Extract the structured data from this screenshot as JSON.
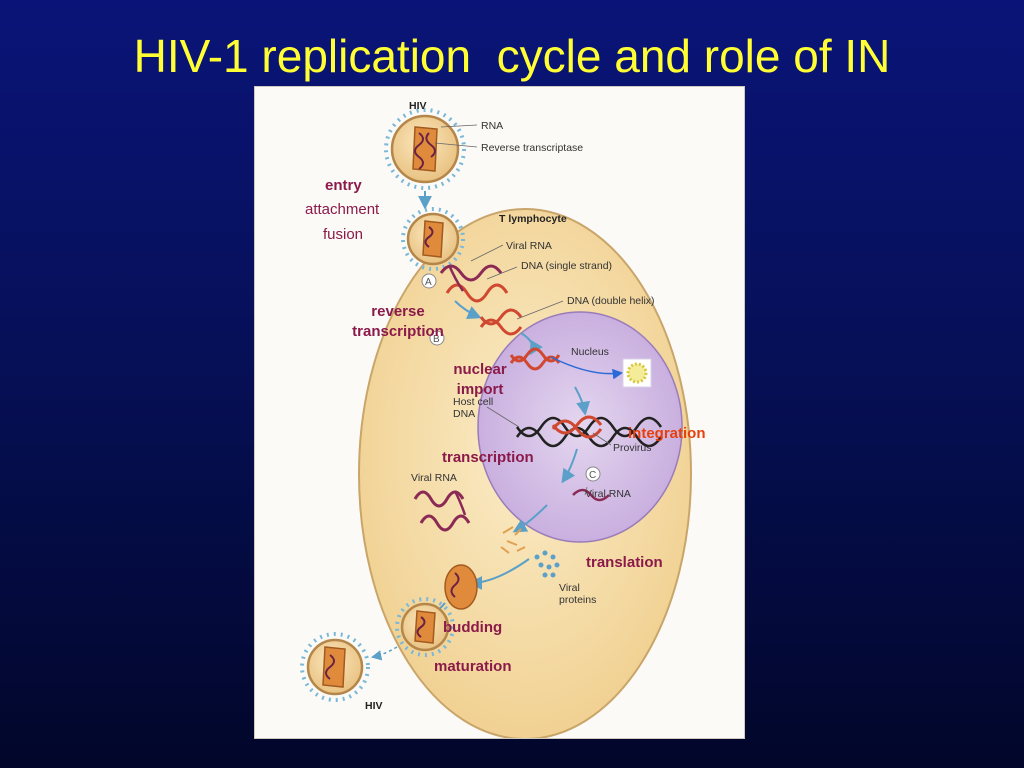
{
  "slide": {
    "title": "HIV-1 replication  cycle and role of IN"
  },
  "figure": {
    "labels": {
      "hiv_top": "HIV",
      "rna": "RNA",
      "reverse_transcriptase": "Reverse transcriptase",
      "t_lymphocyte": "T lymphocyte",
      "viral_rna_1": "Viral RNA",
      "dna_single": "DNA (single strand)",
      "dna_double": "DNA (double helix)",
      "nucleus": "Nucleus",
      "host_cell": "Host cell",
      "dna": "DNA",
      "provirus": "Provirus",
      "viral_rna_2": "Viral RNA",
      "viral_rna_3": "Viral RNA",
      "viral": "Viral",
      "proteins": "proteins",
      "hiv_bottom": "HIV",
      "step_a": "A",
      "step_b": "B",
      "step_c": "C"
    }
  },
  "annotations": {
    "entry": "entry",
    "attachment": "attachment",
    "fusion": "fusion",
    "reverse": "reverse",
    "transcription_rt": "transcription",
    "nuclear": "nuclear",
    "import": "import",
    "integration": "integration",
    "transcription": "transcription",
    "translation": "translation",
    "budding": "budding",
    "maturation": "maturation"
  },
  "colors": {
    "title": "#ffff33",
    "annotation": "#8b1a4a",
    "integration": "#e8400c",
    "cell": "#f3d9a4",
    "nucleus": "#ccb4e0",
    "arrow": "#5aa0c8",
    "rna_strand": "#8b2a55",
    "dna_strand": "#d04830"
  },
  "icons": {
    "integrase": "integrase-enzyme-icon"
  }
}
